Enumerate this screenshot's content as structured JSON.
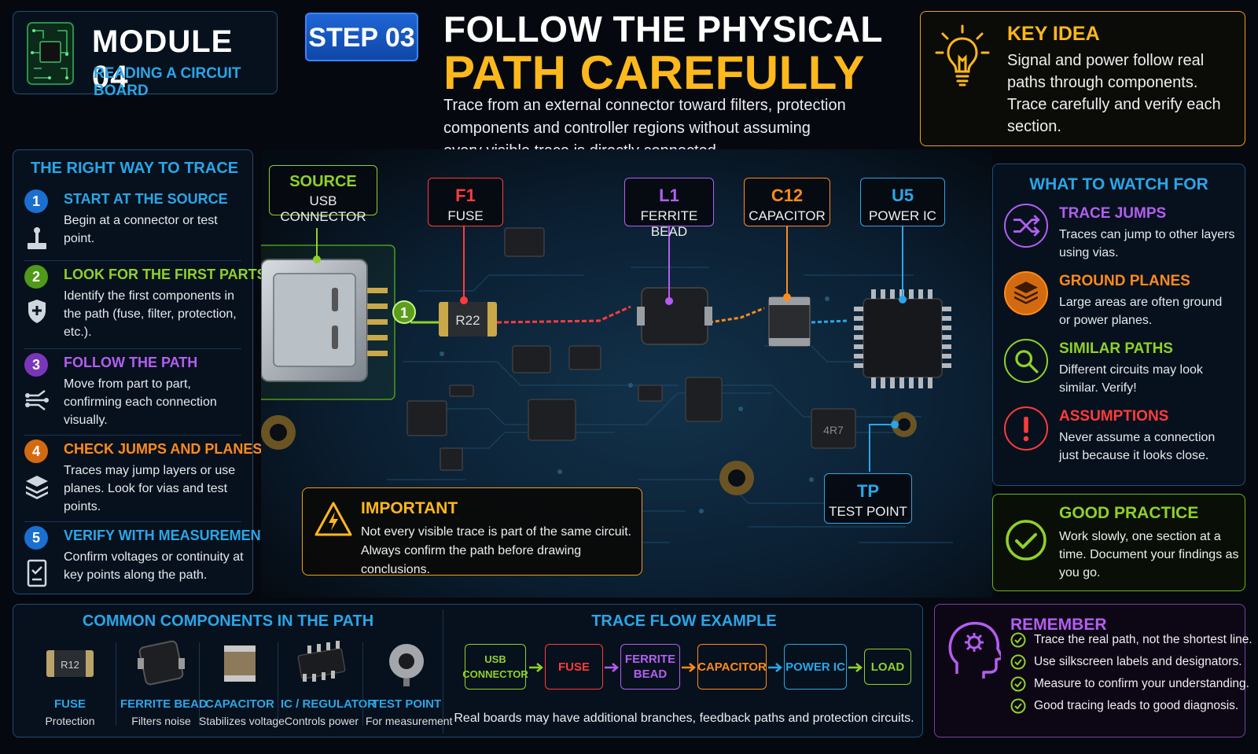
{
  "header": {
    "module_title": "MODULE 04",
    "module_subtitle": "READING A CIRCUIT BOARD",
    "step_label": "STEP 03",
    "title_line1": "FOLLOW THE PHYSICAL",
    "title_line2": "PATH CAREFULLY",
    "description": "Trace from an external connector toward filters, protection components and controller regions without assuming every visible trace is directly connected."
  },
  "key_idea": {
    "title": "KEY IDEA",
    "text": "Signal and power follow real paths through components. Trace carefully and verify each section."
  },
  "trace_steps": {
    "title": "THE RIGHT WAY TO TRACE",
    "items": [
      {
        "num": "1",
        "title": "START AT THE SOURCE",
        "desc": "Begin at a connector or test point.",
        "color": "#2aa6e8",
        "icon": "joystick-connector-icon"
      },
      {
        "num": "2",
        "title": "LOOK FOR THE FIRST PARTS",
        "desc": "Identify the first components in the path (fuse, filter, protection, etc.).",
        "color": "#8fd12a",
        "icon": "shield-icon"
      },
      {
        "num": "3",
        "title": "FOLLOW THE PATH",
        "desc": "Move from part to part, confirming each connection visually.",
        "color": "#b35ef0",
        "icon": "branch-path-icon"
      },
      {
        "num": "4",
        "title": "CHECK JUMPS AND PLANES",
        "desc": "Traces may jump layers or use planes. Look for vias and test points.",
        "color": "#ff8a1c",
        "icon": "layers-icon"
      },
      {
        "num": "5",
        "title": "VERIFY WITH MEASUREMENTS",
        "desc": "Confirm voltages or continuity at key points along the path.",
        "color": "#2aa6e8",
        "icon": "checklist-icon"
      }
    ]
  },
  "board": {
    "marker_label": "1",
    "fuse_marking": "R22",
    "tp_marking": "4R7",
    "callouts": [
      {
        "ref": "SOURCE",
        "name": "USB CONNECTOR",
        "color": "#8fd12a"
      },
      {
        "ref": "F1",
        "name": "FUSE",
        "color": "#ff3b3b"
      },
      {
        "ref": "L1",
        "name": "FERRITE BEAD",
        "color": "#b35ef0"
      },
      {
        "ref": "C12",
        "name": "CAPACITOR",
        "color": "#ff8a1c"
      },
      {
        "ref": "U5",
        "name": "POWER IC",
        "color": "#2aa6e8"
      },
      {
        "ref": "TP",
        "name": "TEST POINT",
        "color": "#2aa6e8"
      }
    ]
  },
  "important": {
    "title": "IMPORTANT",
    "text": "Not every visible trace is part of the same circuit. Always confirm the path before drawing conclusions."
  },
  "watch_for": {
    "title": "WHAT TO WATCH FOR",
    "items": [
      {
        "name": "TRACE JUMPS",
        "desc": "Traces can jump to other layers using vias.",
        "color": "#b35ef0",
        "icon": "shuffle-icon"
      },
      {
        "name": "GROUND PLANES",
        "desc": "Large areas are often ground or power planes.",
        "color": "#ff8a1c",
        "icon": "stack-icon"
      },
      {
        "name": "SIMILAR PATHS",
        "desc": "Different circuits may look similar. Verify!",
        "color": "#8fd12a",
        "icon": "magnifier-icon"
      },
      {
        "name": "ASSUMPTIONS",
        "desc": "Never assume a connection just because it looks close.",
        "color": "#ff3b3b",
        "icon": "exclamation-icon"
      }
    ]
  },
  "good_practice": {
    "title": "GOOD PRACTICE",
    "text": "Work slowly, one section at a time. Document your findings as you go."
  },
  "components": {
    "title": "COMMON COMPONENTS IN THE PATH",
    "items": [
      {
        "name": "FUSE",
        "desc": "Protection",
        "marking": "R12"
      },
      {
        "name": "FERRITE BEAD",
        "desc": "Filters noise"
      },
      {
        "name": "CAPACITOR",
        "desc": "Stabilizes voltage"
      },
      {
        "name": "IC / REGULATOR",
        "desc": "Controls power"
      },
      {
        "name": "TEST POINT",
        "desc": "For measurement"
      }
    ]
  },
  "trace_flow": {
    "title": "TRACE FLOW EXAMPLE",
    "steps": [
      {
        "label": "USB CONNECTOR",
        "color": "#8fd12a"
      },
      {
        "label": "FUSE",
        "color": "#ff3b3b"
      },
      {
        "label": "FERRITE BEAD",
        "color": "#b35ef0"
      },
      {
        "label": "CAPACITOR",
        "color": "#ff8a1c"
      },
      {
        "label": "POWER IC",
        "color": "#2aa6e8"
      },
      {
        "label": "LOAD",
        "color": "#8fd12a"
      }
    ],
    "note": "Real boards may have additional branches, feedback paths and protection circuits."
  },
  "remember": {
    "title": "REMEMBER",
    "items": [
      "Trace the real path, not the shortest line.",
      "Use silkscreen labels and designators.",
      "Measure to confirm your understanding.",
      "Good tracing leads to good diagnosis."
    ]
  }
}
